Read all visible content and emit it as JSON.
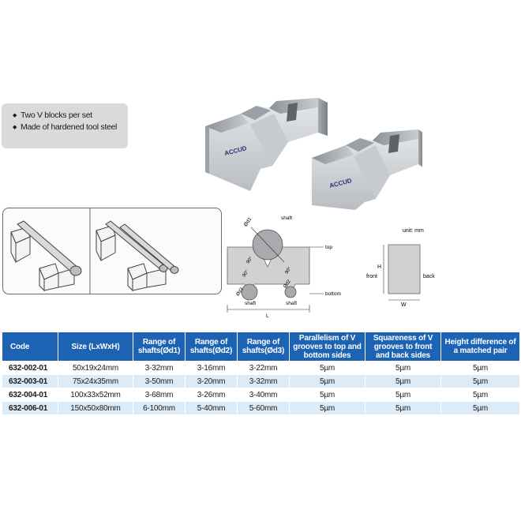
{
  "features": [
    "Two V blocks per set",
    "Made of hardened tool steel"
  ],
  "photo": {
    "brand": "ACCUD"
  },
  "drawing": {
    "d1": "Ød1",
    "d2": "Ød2",
    "d3": "Ød3",
    "shaft": "shaft",
    "top": "top",
    "bottom": "bottom",
    "angle": "90°",
    "length": "L"
  },
  "endview": {
    "unit": "unit: mm",
    "h": "H",
    "w": "W",
    "front": "front",
    "back": "back"
  },
  "table": {
    "headers": [
      "Code",
      "Size (LxWxH)",
      "Range of shafts(Ød1)",
      "Range of shafts(Ød2)",
      "Range of shafts(Ød3)",
      "Parallelism of V grooves to top and bottom sides",
      "Squareness of V grooves to front and back sides",
      "Height difference of a matched pair"
    ],
    "rows": [
      [
        "632-002-01",
        "50x19x24mm",
        "3-32mm",
        "3-16mm",
        "3-22mm",
        "5µm",
        "5µm",
        "5µm"
      ],
      [
        "632-003-01",
        "75x24x35mm",
        "3-50mm",
        "3-20mm",
        "3-32mm",
        "5µm",
        "5µm",
        "5µm"
      ],
      [
        "632-004-01",
        "100x33x52mm",
        "3-68mm",
        "3-26mm",
        "3-40mm",
        "5µm",
        "5µm",
        "5µm"
      ],
      [
        "632-006-01",
        "150x50x80mm",
        "6-100mm",
        "5-40mm",
        "5-60mm",
        "5µm",
        "5µm",
        "5µm"
      ]
    ]
  },
  "colors": {
    "header_bg": "#1d63b4",
    "row_alt": "#dcebf8",
    "feature_bg": "#d9dadb"
  }
}
